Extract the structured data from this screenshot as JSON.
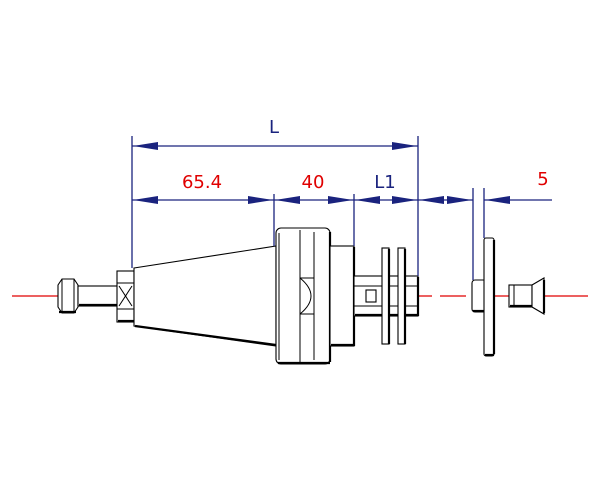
{
  "diagram": {
    "colors": {
      "outline": "#000000",
      "dimension": "#1a237e",
      "centerline": "#e00000",
      "label_dark": "#1a237e",
      "label_red": "#e00000"
    },
    "labels": {
      "overall_length": "L",
      "taper_length": "65.4",
      "flange_length": "40",
      "extension_length": "L1",
      "washer_gap": "5"
    }
  }
}
